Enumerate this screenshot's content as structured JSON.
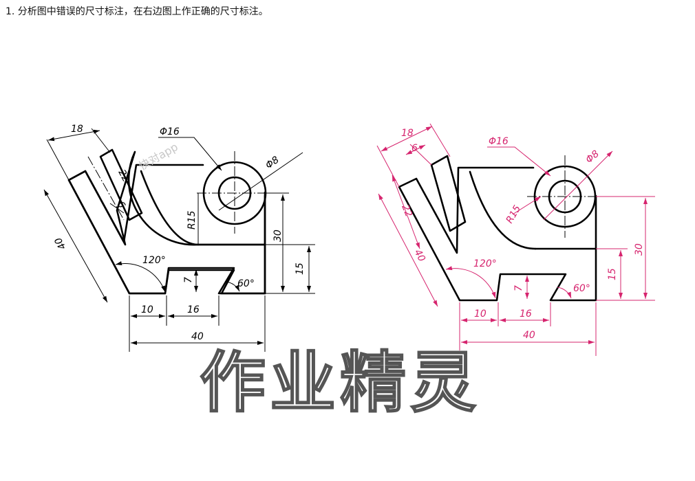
{
  "instruction": "1. 分析图中错误的尺寸标注，在右边图上作正确的尺寸标注。",
  "colors": {
    "outline": "#000000",
    "correction": "#d6246e",
    "watermark_stroke": "#555555"
  },
  "left_figure": {
    "dims": {
      "top_width": "18",
      "slot_len": "22",
      "slot_w": "6",
      "side": "40",
      "phi_big": "Φ16",
      "phi_small": "Φ8",
      "radius": "R15",
      "h30": "30",
      "h15": "15",
      "angle120": "120°",
      "h7": "7",
      "angle60": "60°",
      "w10": "10",
      "w16": "16",
      "w40": "40"
    }
  },
  "right_figure": {
    "dims": {
      "top_width": "18",
      "slot_w": "6",
      "slot_len": "22",
      "side": "40",
      "phi_big": "Φ16",
      "phi_small": "Φ8",
      "radius": "R15",
      "h30": "30",
      "h15": "15",
      "angle120": "120°",
      "h7": "7",
      "angle60": "60°",
      "w10": "10",
      "w16": "16",
      "w40": "40"
    }
  },
  "watermark": {
    "text": "作业精灵",
    "small": "快对app"
  }
}
